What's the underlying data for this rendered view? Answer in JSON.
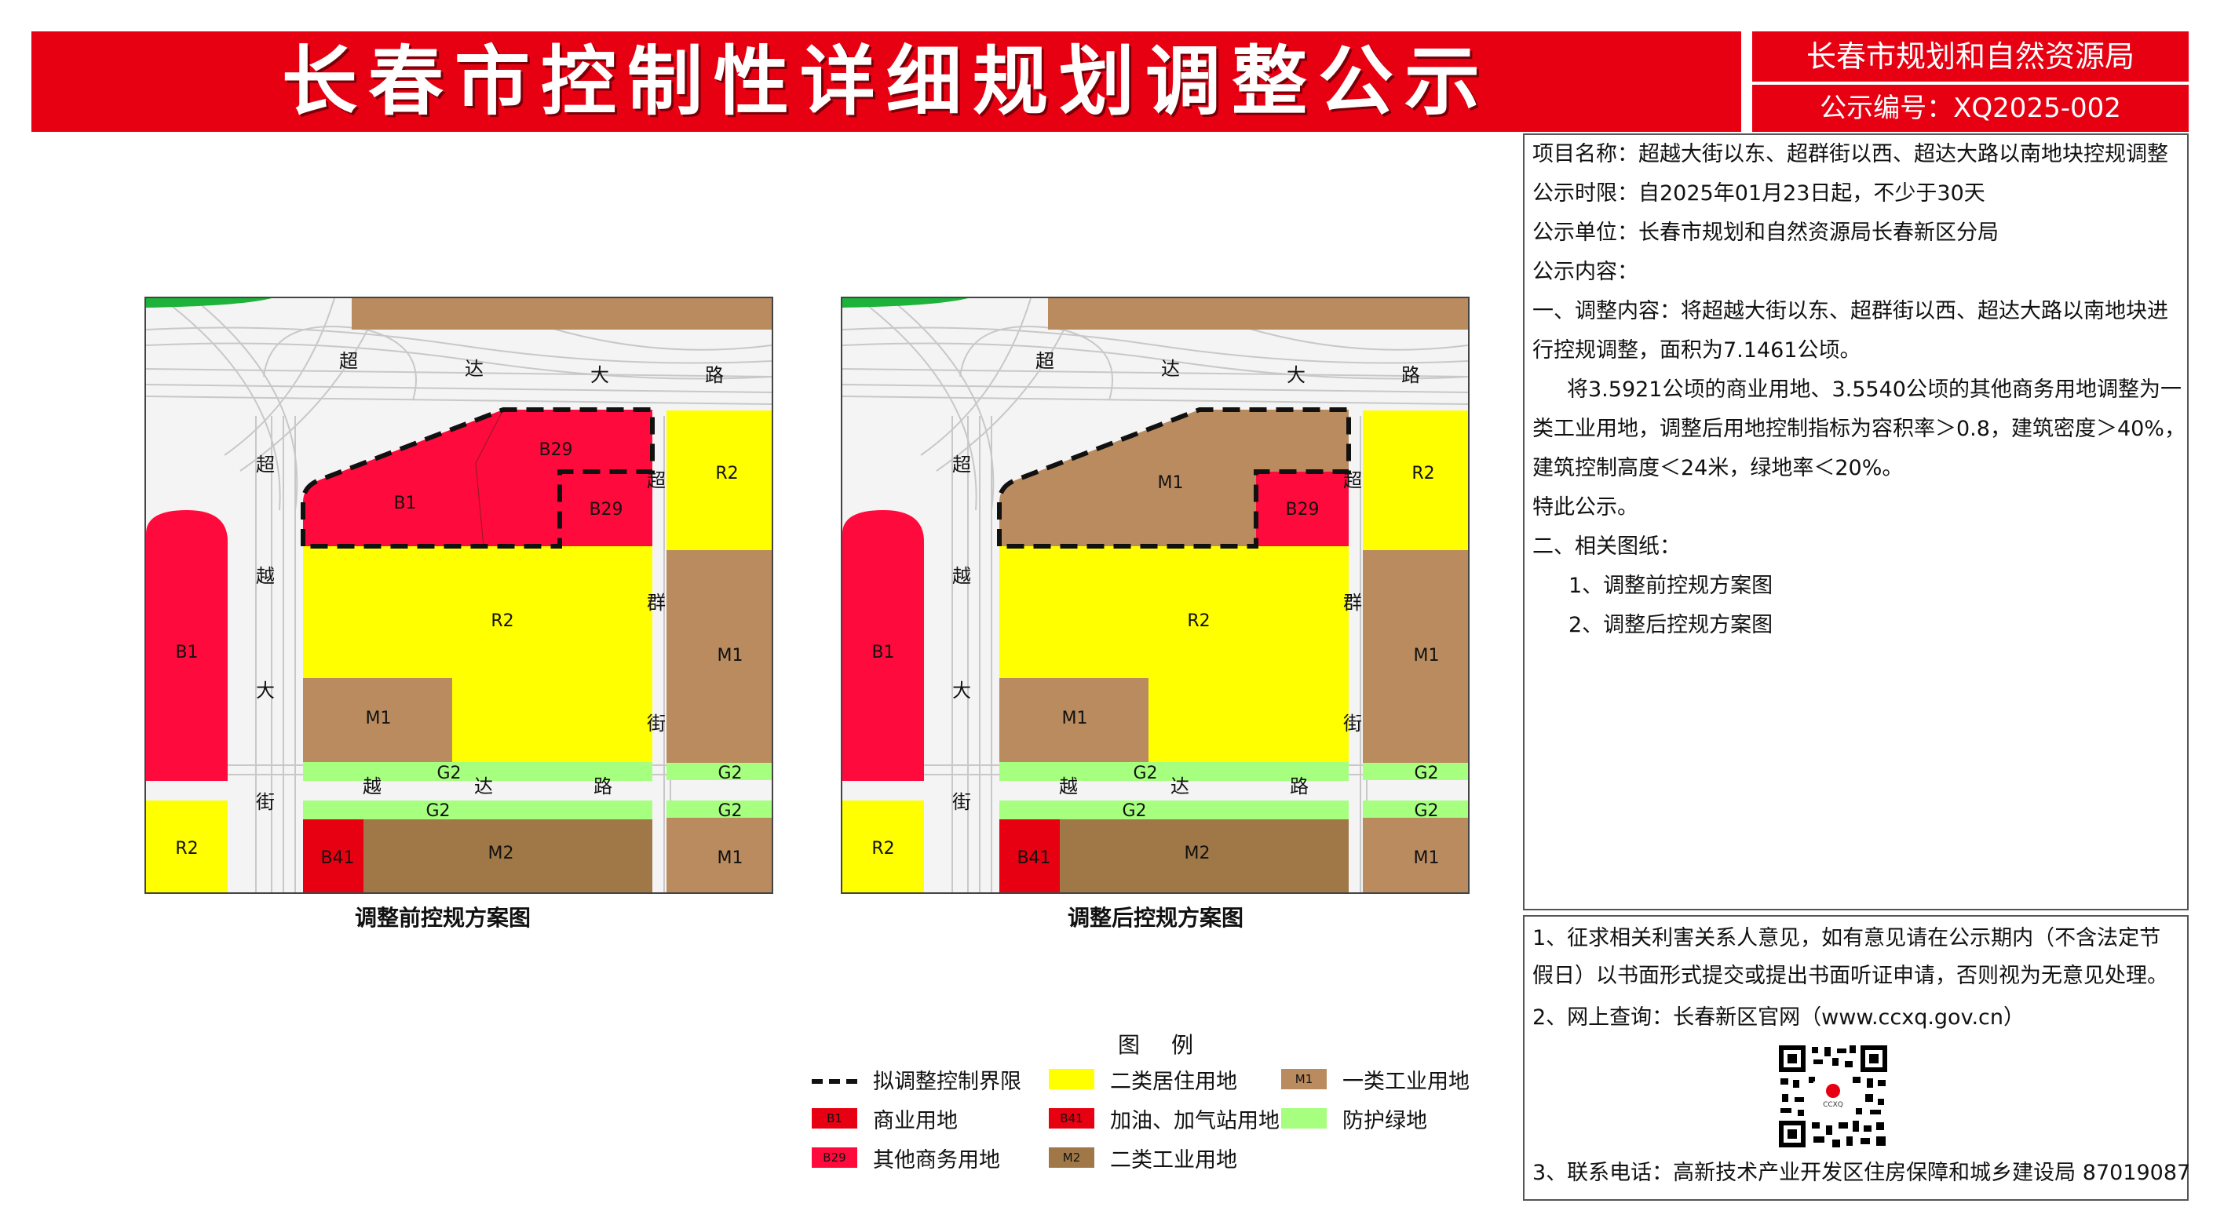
{
  "header": {
    "title": "长春市控制性详细规划调整公示",
    "org": "长春市规划和自然资源局",
    "notice_no": "公示编号：XQ2025-002"
  },
  "info": {
    "lines": [
      "项目名称：超越大街以东、超群街以西、超达大路以南地块控规调整",
      "公示时限：自2025年01月23日起，不少于30天",
      "公示单位：长春市规划和自然资源局长春新区分局",
      "公示内容：",
      "一、调整内容：将超越大街以东、超群街以西、超达大路以南地块进",
      "行控规调整，面积为7.1461公顷。",
      "将3.5921公顷的商业用地、3.5540公顷的其他商务用地调整为一",
      "类工业用地，调整后用地控制指标为容积率＞0.8，建筑密度＞40%，",
      "建筑控制高度＜24米，绿地率＜20%。",
      "特此公示。",
      "二、相关图纸：",
      "1、调整前控规方案图",
      "2、调整后控规方案图"
    ]
  },
  "notes": {
    "n1": "1、征求相关利害关系人意见，如有意见请在公示期内（不含法定节假日）以书面形式提交或提出书面听证申请，否则视为无意见处理。",
    "n2": "2、网上查询：长春新区官网（www.ccxq.gov.cn）",
    "n3": "3、联系电话：高新技术产业开发区住房保障和城乡建设局 87019087",
    "qr_logo": "CCXQ"
  },
  "maps": {
    "before_caption": "调整前控规方案图",
    "after_caption": "调整后控规方案图",
    "road_top": [
      "超",
      "达",
      "大",
      "路"
    ],
    "road_mid": [
      "越",
      "达",
      "路"
    ],
    "road_left": [
      "超",
      "越",
      "大",
      "街"
    ],
    "road_right": [
      "超",
      "群",
      "街"
    ],
    "lbl_b1_left": "B1",
    "lbl_r2_top": "R2",
    "lbl_m1_right": "M1",
    "lbl_r2_main": "R2",
    "lbl_m1_inner": "M1",
    "lbl_g2": "G2",
    "lbl_r2_bottom": "R2",
    "lbl_b41": "B41",
    "lbl_m2": "M2",
    "lbl_m1_br": "M1",
    "lbl_b1_site": "B1",
    "lbl_b29_a": "B29",
    "lbl_b29_b": "B29",
    "lbl_m1_site": "M1"
  },
  "legend": {
    "title": "图例",
    "boundary": "拟调整控制界限",
    "r2": "二类居住用地",
    "m1": "一类工业用地",
    "b1": "商业用地",
    "b41": "加油、加气站用地",
    "g2": "防护绿地",
    "b29": "其他商务用地",
    "m2": "二类工业用地",
    "code_m1": "M1",
    "code_b1": "B1",
    "code_b41": "B41",
    "code_b29": "B29",
    "code_m2": "M2"
  },
  "colors": {
    "title_red": "#e60012",
    "business_red": "#ff0a3c",
    "residential_yellow": "#ffff00",
    "industrial_m1": "#b98b5e",
    "industrial_m2": "#a07848",
    "green_buffer": "#a6ff7e"
  }
}
